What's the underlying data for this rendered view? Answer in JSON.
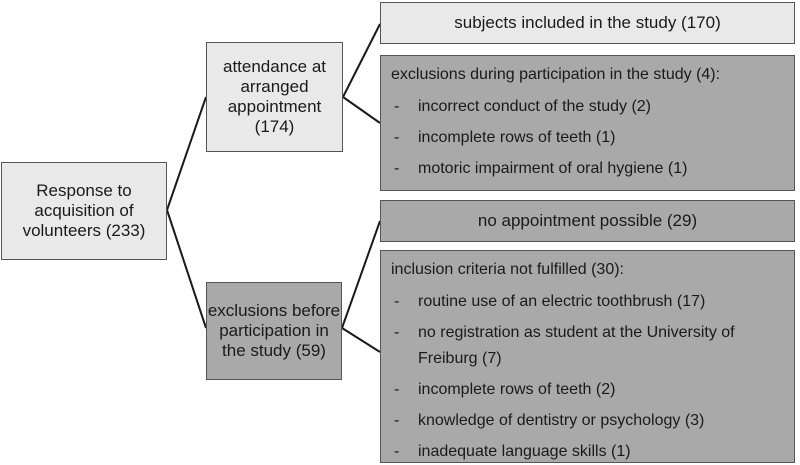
{
  "nodes": {
    "root": "Response to acquisition of volunteers (233)",
    "attendance": "attendance at arranged appointment (174)",
    "exclusions_before": "exclusions before participation in the study (59)",
    "included": "subjects included in the study (170)",
    "no_appointment": "no appointment possible (29)"
  },
  "exclusions_during": {
    "title": "exclusions during participation in the study (4):",
    "items": [
      "incorrect conduct of the study (2)",
      "incomplete rows of teeth (1)",
      "motoric impairment of oral hygiene (1)"
    ]
  },
  "inclusion_not_fulfilled": {
    "title": "inclusion criteria not fulfilled (30):",
    "items": [
      "routine use of an electric toothbrush (17)",
      "no registration as student at the University of Freiburg (7)",
      "incomplete rows of teeth (2)",
      "knowledge of dentistry or psychology (3)",
      "inadequate language skills (1)"
    ]
  },
  "colors": {
    "light_box": "#e9e9e9",
    "dark_box": "#a9a9a9",
    "connector": "#1a1a1a"
  }
}
